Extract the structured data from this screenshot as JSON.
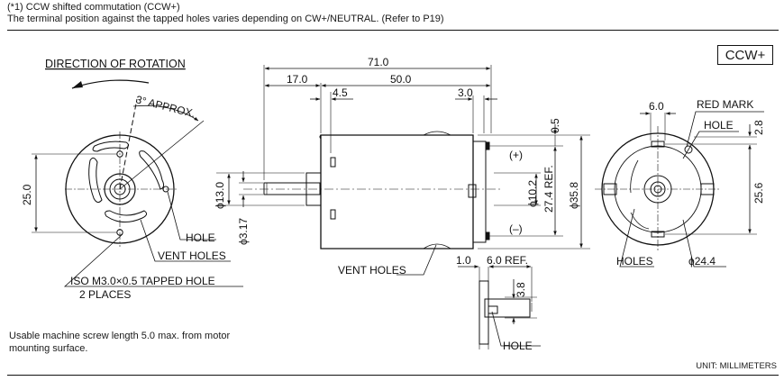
{
  "header": {
    "note1": "(*1) CCW shifted commutation (CCW+)",
    "note2": "The terminal position against the tapped holes varies depending on CW+/NEUTRAL. (Refer to P19)"
  },
  "badge": "CCW+",
  "labels": {
    "direction": "DIRECTION OF ROTATION",
    "approx": "3° APPROX.",
    "hole_left": "HOLE",
    "vent_left": "VENT HOLES",
    "iso_line1": "ISO M3.0×0.5 TAPPED HOLE",
    "iso_line2": "2 PLACES",
    "vent_mid": "VENT HOLES",
    "plus": "(+)",
    "minus": "(–)",
    "red_mark": "RED MARK",
    "hole_right": "HOLE",
    "holes_right": "HOLES",
    "hole_term": "HOLE"
  },
  "dims": {
    "d71": "71.0",
    "d17": "17.0",
    "d50": "50.0",
    "d45": "4.5",
    "d30": "3.0",
    "d05": "0.5",
    "d250": "25.0",
    "phi13": "ϕ13.0",
    "phi317": "ϕ3.17",
    "phi102": "ϕ10.2",
    "ref274": "27.4 REF.",
    "phi358": "ϕ35.8",
    "d10": "1.0",
    "ref60": "6.0 REF.",
    "d38": "3.8",
    "d60r": "6.0",
    "d28": "2.8",
    "d256": "25.6",
    "phi244": "ϕ24.4"
  },
  "footer": {
    "note": "Usable machine screw length 5.0 max. from motor mounting surface.",
    "unit": "UNIT: MILLIMETERS"
  }
}
